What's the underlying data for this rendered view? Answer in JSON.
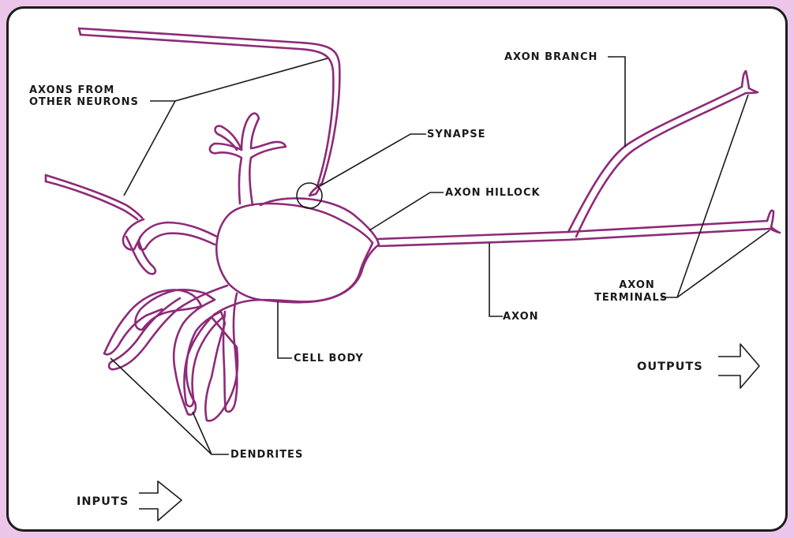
{
  "labels": {
    "axons_from_line1": "AXONS FROM",
    "axons_from_line2": "OTHER NEURONS",
    "synapse": "SYNAPSE",
    "axon_hillock": "AXON HILLOCK",
    "axon_branch": "AXON BRANCH",
    "axon_terminals_line1": "AXON",
    "axon_terminals_line2": "TERMINALS",
    "axon": "AXON",
    "cell_body": "CELL BODY",
    "dendrites": "DENDRITES",
    "outputs": "OUTPUTS",
    "inputs": "INPUTS"
  },
  "colors": {
    "neuron": "#8e2a78",
    "leader_line": "#1a1a1a",
    "background": "#ecc6ea",
    "panel": "#ffffff"
  }
}
